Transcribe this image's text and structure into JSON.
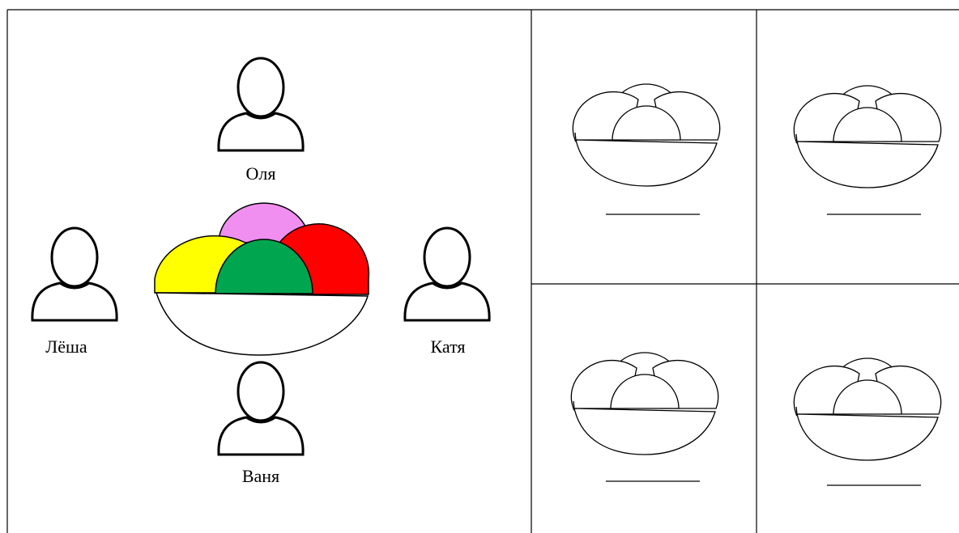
{
  "people": [
    {
      "id": "olya",
      "name": "Оля"
    },
    {
      "id": "lyosha",
      "name": "Лёша"
    },
    {
      "id": "katya",
      "name": "Катя"
    },
    {
      "id": "vanya",
      "name": "Ваня"
    }
  ],
  "main_bowl": {
    "scoop_colors": {
      "back": "#f08ff0",
      "left": "#ffff00",
      "right": "#ff0000",
      "front": "#00a550"
    }
  },
  "answer_cells": [
    {
      "id": "cell-1",
      "answer": ""
    },
    {
      "id": "cell-2",
      "answer": ""
    },
    {
      "id": "cell-3",
      "answer": ""
    },
    {
      "id": "cell-4",
      "answer": ""
    }
  ]
}
